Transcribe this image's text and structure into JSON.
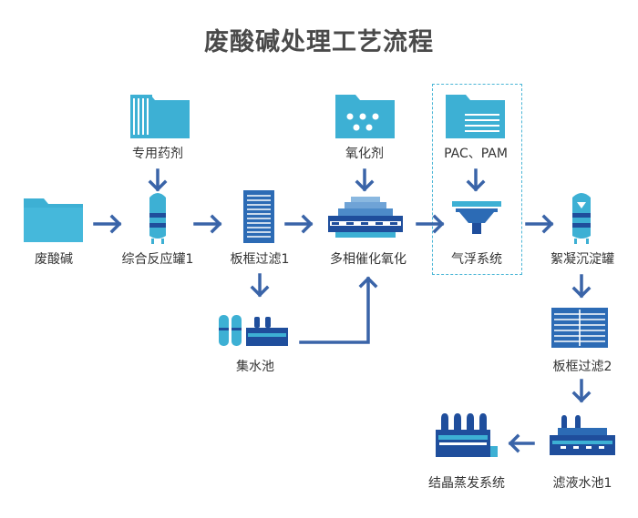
{
  "title": "废酸碱处理工艺流程",
  "nodes": {
    "waste": "废酸碱",
    "dedicated_agent": "专用药剂",
    "reactor": "综合反应罐1",
    "filter1": "板框过滤1",
    "collection_pool": "集水池",
    "oxidant": "氧化剂",
    "catalytic_oxidation": "多相催化氧化",
    "pac_pam": "PAC、PAM",
    "air_float": "气浮系统",
    "flocculation_tank": "絮凝沉淀罐",
    "filter2": "板框过滤2",
    "filtrate_pool": "滤液水池1",
    "crystallization": "结晶蒸发系统"
  },
  "colors": {
    "light_blue": "#3db0d4",
    "dark_blue": "#1f4e9c",
    "mid_blue": "#2c6bb5",
    "arrow": "#3a64a8"
  }
}
